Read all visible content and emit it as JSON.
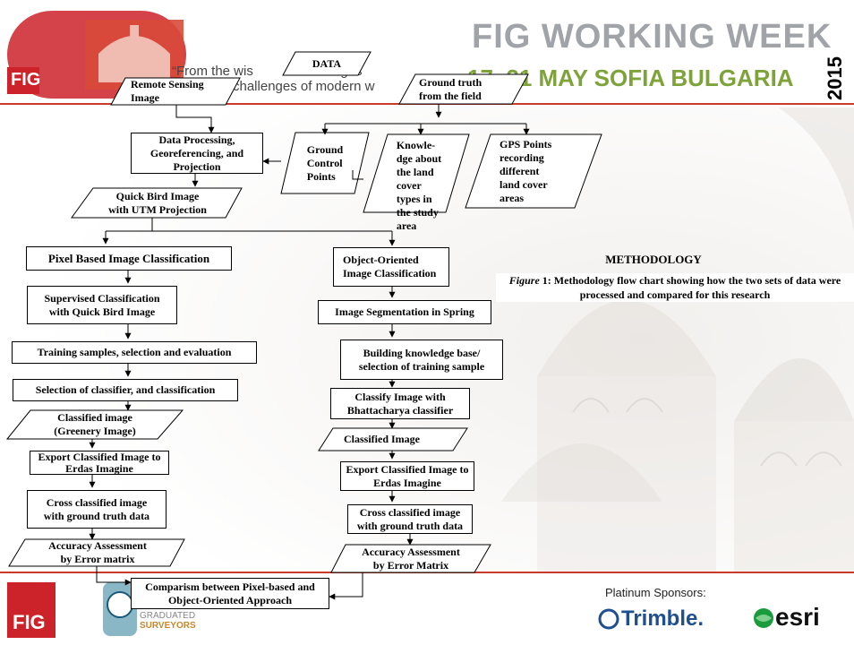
{
  "header": {
    "quote_left": "“From the wis",
    "quote_mid": "ages",
    "quote_line2": "challenges of modern w",
    "event_title": "FIG WORKING WEEK",
    "event_subtitle": "17–21 MAY SOFIA BULGARIA",
    "year": "2015",
    "logo_text": "FIG"
  },
  "diagram": {
    "nodes": {
      "data": "DATA",
      "remote_sensing": "Remote Sensing\nImage",
      "ground_truth": "Ground truth\nfrom the field",
      "data_processing": "Data Processing,\nGeoreferencing, and\nProjection",
      "ground_control": "Ground\nControl\nPoints",
      "knowledge": "Knowle-\ndge about\nthe land\ncover\ntypes in\nthe study\narea",
      "gps_points": "GPS Points\nrecording\ndifferent\nland cover\nareas",
      "quickbird": "Quick Bird Image\nwith UTM Projection",
      "pixel_based": "Pixel Based Image Classification",
      "object_oriented": "Object-Oriented\nImage Classification",
      "supervised": "Supervised Classification\nwith Quick Bird Image",
      "segmentation": "Image Segmentation in Spring",
      "training": "Training samples, selection and evaluation",
      "knowledge_base": "Building knowledge base/\nselection of training sample",
      "selection_classifier": "Selection of classifier, and classification",
      "bhattacharya": "Classify Image with\nBhattacharya classifier",
      "classified_greenery": "Classified image\n(Greenery Image)",
      "classified_image": "Classified Image",
      "export_left": "Export Classified Image to\nErdas Imagine",
      "export_right": "Export Classified Image to\nErdas Imagine",
      "cross_left": "Cross classified image\nwith ground truth data",
      "cross_right": "Cross classified image\nwith ground truth data",
      "accuracy_left": "Accuracy Assessment\nby Error matrix",
      "accuracy_right": "Accuracy Assessment\nby Error Matrix",
      "comparison": "Comparism between Pixel-based and\nObject-Oriented Approach"
    }
  },
  "methodology": {
    "heading": "METHODOLOGY",
    "figure_label": "Figure",
    "caption": " 1: Methodology flow chart showing how the two sets of data were processed and compared for this research"
  },
  "footer": {
    "logo_text": "FIG",
    "org_line1": "GRADUATED",
    "org_line2": "SURVEYORS",
    "sponsors_label": "Platinum Sponsors:",
    "sponsor1": "Trimble.",
    "sponsor2": "esri"
  },
  "colors": {
    "fig_red": "#cc2229",
    "title_grey": "#a0a3a8",
    "title_orange": "#e07b1e",
    "title_green": "#7ea33b",
    "header_rule": "#c83a2a",
    "trimble_blue": "#1f4f8f"
  }
}
